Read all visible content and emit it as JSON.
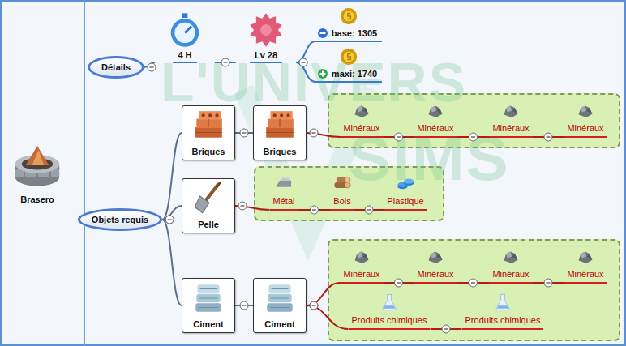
{
  "diagram": {
    "nodes": [
      {
        "text": [
          "Brasero"
        ]
      },
      {
        "text": [
          "Détails"
        ]
      },
      {
        "text": [
          "4 H"
        ]
      },
      {
        "text": [
          "Lv 28"
        ]
      },
      {
        "text": [
          "base: 1305"
        ]
      },
      {
        "text": [
          "maxi: 1740"
        ]
      },
      {
        "text": [
          "Objets requis"
        ]
      },
      {
        "text": [
          "Briques"
        ]
      },
      {
        "text": [
          "Briques"
        ]
      },
      {
        "text": [
          "Pelle"
        ]
      },
      {
        "text": [
          "Ciment"
        ]
      },
      {
        "text": [
          "Ciment"
        ]
      },
      {
        "text": [
          "Minéraux"
        ]
      },
      {
        "text": [
          "Minéraux"
        ]
      },
      {
        "text": [
          "Minéraux"
        ]
      },
      {
        "text": [
          "Minéraux"
        ]
      },
      {
        "text": [
          "Métal"
        ]
      },
      {
        "text": [
          "Bois"
        ]
      },
      {
        "text": [
          "Plastique"
        ]
      },
      {
        "text": [
          "Minéraux"
        ]
      },
      {
        "text": [
          "Minéraux"
        ]
      },
      {
        "text": [
          "Minéraux"
        ]
      },
      {
        "text": [
          "Minéraux"
        ]
      },
      {
        "text": [
          "Produits chimiques"
        ]
      },
      {
        "text": [
          "Produits chimiques"
        ]
      }
    ],
    "edges": [
      {
        "from": 1,
        "to": 2,
        "arrow": "none"
      },
      {
        "from": 2,
        "to": 3,
        "arrow": "none"
      },
      {
        "from": 3,
        "to": 4,
        "arrow": "none"
      },
      {
        "from": 3,
        "to": 5,
        "arrow": "none"
      },
      {
        "from": 6,
        "to": 7,
        "arrow": "none"
      },
      {
        "from": 6,
        "to": 9,
        "arrow": "none"
      },
      {
        "from": 6,
        "to": 10,
        "arrow": "none"
      },
      {
        "from": 7,
        "to": 8,
        "arrow": "none"
      },
      {
        "from": 10,
        "to": 11,
        "arrow": "none"
      },
      {
        "from": 8,
        "to": 12,
        "arrow": "none"
      },
      {
        "from": 12,
        "to": 13,
        "arrow": "none"
      },
      {
        "from": 13,
        "to": 14,
        "arrow": "none"
      },
      {
        "from": 14,
        "to": 15,
        "arrow": "none"
      },
      {
        "from": 9,
        "to": 16,
        "arrow": "none"
      },
      {
        "from": 16,
        "to": 17,
        "arrow": "none"
      },
      {
        "from": 17,
        "to": 18,
        "arrow": "none"
      },
      {
        "from": 11,
        "to": 19,
        "arrow": "none"
      },
      {
        "from": 19,
        "to": 20,
        "arrow": "none"
      },
      {
        "from": 20,
        "to": 21,
        "arrow": "none"
      },
      {
        "from": 21,
        "to": 22,
        "arrow": "none"
      },
      {
        "from": 11,
        "to": 23,
        "arrow": "none"
      },
      {
        "from": 23,
        "to": 24,
        "arrow": "none"
      }
    ],
    "labels": [
      "L'UNIVERS",
      "SIMS"
    ]
  }
}
